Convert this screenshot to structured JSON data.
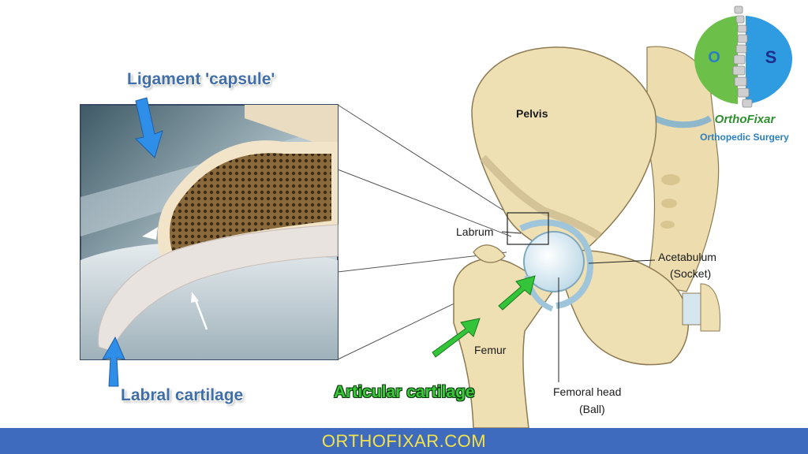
{
  "callouts": {
    "ligament": "Ligament 'capsule'",
    "labral": "Labral cartilage",
    "articular": "Articular cartilage"
  },
  "anatomy": {
    "pelvis": "Pelvis",
    "labrum": "Labrum",
    "acetabulum_1": "Acetabulum",
    "acetabulum_2": "(Socket)",
    "femur": "Femur",
    "femoral_head_1": "Femoral head",
    "femoral_head_2": "(Ball)"
  },
  "logo": {
    "letter_left": "O",
    "letter_right": "S",
    "name": "OrthoFixar",
    "tagline": "Orthopedic Surgery"
  },
  "footer": {
    "text": "ORTHOFIXAR.COM"
  },
  "colors": {
    "callout_blue": "#3f6ea8",
    "arrow_blue": "#2f8fe8",
    "arrow_green": "#33c43a",
    "footer_bg": "#3f6bbf",
    "footer_text": "#f4e24a",
    "bone": "#ecdcae"
  }
}
